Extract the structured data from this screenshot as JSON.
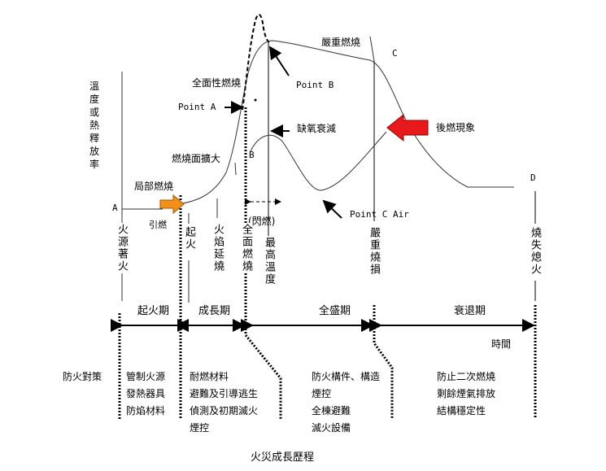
{
  "title": "火災成長歷程",
  "y_axis_label": "溫度或熱釋放率",
  "x_axis_label": "時間",
  "points": {
    "A": "A",
    "B": "B",
    "C": "C",
    "D": "D"
  },
  "annotations": {
    "local_burning": "局部燃燒",
    "ignition": "引燃",
    "surface_spread": "燃燒面擴大",
    "point_a": "Point A",
    "full_burning": "全面性燃燒",
    "point_b": "Point B",
    "severe_burning": "嚴重燃燒",
    "oxygen_decay": "缺氧衰減",
    "flash": "(閃燃)",
    "point_c_air": "Point C Air",
    "backdraft": "後燃現象"
  },
  "event_labels": [
    "火源著火",
    "起火",
    "火焰延燒",
    "全面燃燒",
    "最高溫度",
    "嚴重燒損",
    "燒失熄火"
  ],
  "phases": [
    "起火期",
    "成長期",
    "全盛期",
    "衰退期"
  ],
  "measures_label": "防火對策",
  "measures": [
    [
      "管制火源",
      "發熱器具",
      "防焰材料"
    ],
    [
      "耐燃材料",
      "避難及引導逃生",
      "偵測及初期滅火",
      "煙控"
    ],
    [
      "防火構件、構造",
      "煙控",
      "全棟避難",
      "滅火設備"
    ],
    [
      "防止二次燃燒",
      "剩餘煙氣排放",
      "結構穩定性"
    ]
  ],
  "colors": {
    "ignition_arrow": "#f39019",
    "backdraft_arrow": "#e8191b"
  }
}
